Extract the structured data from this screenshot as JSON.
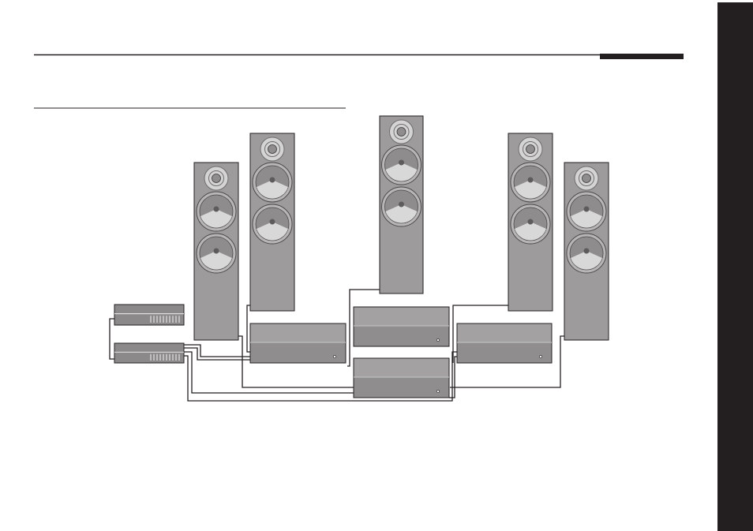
{
  "colors": {
    "background": "#ffffff",
    "ink": "#231f20",
    "speaker_body": "#9d9b9b",
    "speaker_outline": "#231f20",
    "tweeter_outer": "#d5d4d4",
    "tweeter_inner": "#8f8d8d",
    "woofer_ring": "#b7b5b5",
    "woofer_cone": "#8e8c8c",
    "woofer_cap": "#d9d8d8",
    "amp_body": "#8f8d8d",
    "amp_panel": "#a3a1a1",
    "preamp_body": "#8b8989",
    "cable": "#231f20",
    "side_tab": "#231f20"
  },
  "diagram": {
    "speakers": [
      {
        "id": "front-left-outer"
      },
      {
        "id": "front-left-inner"
      },
      {
        "id": "center"
      },
      {
        "id": "front-right-inner"
      },
      {
        "id": "front-right-outer"
      }
    ],
    "amplifiers": [
      {
        "id": "amp-left"
      },
      {
        "id": "amp-center-top"
      },
      {
        "id": "amp-center-bottom"
      },
      {
        "id": "amp-right"
      }
    ],
    "preamps": [
      {
        "id": "preamp-top"
      },
      {
        "id": "preamp-bottom"
      }
    ]
  }
}
